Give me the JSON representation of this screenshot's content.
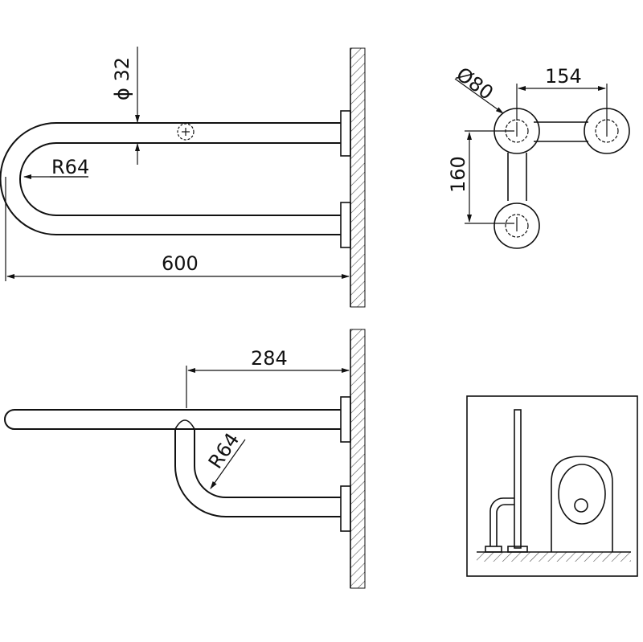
{
  "drawing": {
    "top_view": {
      "dim_diameter": "ϕ 32",
      "dim_radius": "R64",
      "dim_length": "600"
    },
    "plate_view": {
      "dim_plate_diameter": "Ø80",
      "dim_horizontal": "154",
      "dim_vertical": "160"
    },
    "side_view": {
      "dim_offset": "284",
      "dim_radius": "R64"
    },
    "install_view": {}
  }
}
